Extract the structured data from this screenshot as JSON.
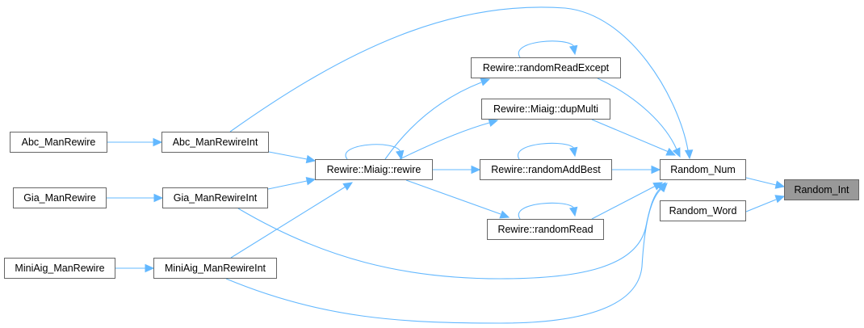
{
  "graph": {
    "type": "caller-graph",
    "focus": "Random_Int",
    "edge_color": "#63b8ff",
    "node_border_color": "#666666",
    "focus_fill_color": "#999999",
    "nodes": {
      "abc_manrewire": "Abc_ManRewire",
      "abc_manrewireint": "Abc_ManRewireInt",
      "gia_manrewire": "Gia_ManRewire",
      "gia_manrewireint": "Gia_ManRewireInt",
      "miniaig_manrewire": "MiniAig_ManRewire",
      "miniaig_manrewireint": "MiniAig_ManRewireInt",
      "miaig_rewire": "Rewire::Miaig::rewire",
      "randomreadexcept": "Rewire::randomReadExcept",
      "miaig_dupmulti": "Rewire::Miaig::dupMulti",
      "randomaddbest": "Rewire::randomAddBest",
      "randomread": "Rewire::randomRead",
      "random_num": "Random_Num",
      "random_word": "Random_Word",
      "random_int": "Random_Int"
    },
    "edges": [
      [
        "Abc_ManRewire",
        "Abc_ManRewireInt"
      ],
      [
        "Gia_ManRewire",
        "Gia_ManRewireInt"
      ],
      [
        "MiniAig_ManRewire",
        "MiniAig_ManRewireInt"
      ],
      [
        "Abc_ManRewireInt",
        "Rewire::Miaig::rewire"
      ],
      [
        "Gia_ManRewireInt",
        "Rewire::Miaig::rewire"
      ],
      [
        "MiniAig_ManRewireInt",
        "Rewire::Miaig::rewire"
      ],
      [
        "Abc_ManRewireInt",
        "Random_Num"
      ],
      [
        "Gia_ManRewireInt",
        "Random_Num"
      ],
      [
        "MiniAig_ManRewireInt",
        "Random_Num"
      ],
      [
        "Rewire::Miaig::rewire",
        "Rewire::Miaig::rewire"
      ],
      [
        "Rewire::Miaig::rewire",
        "Rewire::randomReadExcept"
      ],
      [
        "Rewire::Miaig::rewire",
        "Rewire::Miaig::dupMulti"
      ],
      [
        "Rewire::Miaig::rewire",
        "Rewire::randomAddBest"
      ],
      [
        "Rewire::Miaig::rewire",
        "Rewire::randomRead"
      ],
      [
        "Rewire::randomReadExcept",
        "Rewire::randomReadExcept"
      ],
      [
        "Rewire::randomAddBest",
        "Rewire::randomAddBest"
      ],
      [
        "Rewire::randomRead",
        "Rewire::randomRead"
      ],
      [
        "Rewire::randomReadExcept",
        "Random_Num"
      ],
      [
        "Rewire::Miaig::dupMulti",
        "Random_Num"
      ],
      [
        "Rewire::randomAddBest",
        "Random_Num"
      ],
      [
        "Rewire::randomRead",
        "Random_Num"
      ],
      [
        "Random_Num",
        "Random_Int"
      ],
      [
        "Random_Word",
        "Random_Int"
      ]
    ]
  }
}
